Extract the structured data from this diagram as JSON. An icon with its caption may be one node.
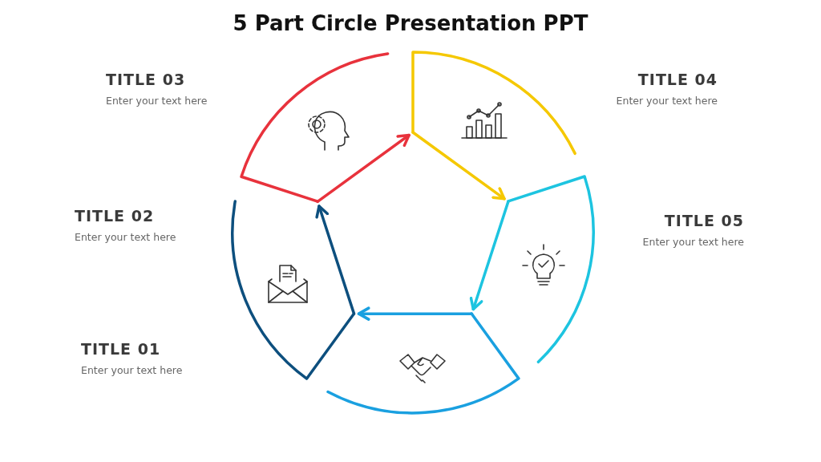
{
  "diagram": {
    "title": "5 Part Circle Presentation PPT",
    "nodes": [
      {
        "text": [],
        "shape": "segment"
      },
      {
        "text": [],
        "shape": "segment"
      },
      {
        "text": [],
        "shape": "segment"
      },
      {
        "text": [],
        "shape": "segment"
      },
      {
        "text": [],
        "shape": "segment"
      },
      {
        "text": [
          "TITLE 03",
          "Enter your text here"
        ]
      },
      {
        "text": [
          "TITLE 04",
          "Enter your text here"
        ]
      },
      {
        "text": [
          "TITLE 02",
          "Enter your text here"
        ]
      },
      {
        "text": [
          "TITLE 05",
          "Enter your text here"
        ]
      },
      {
        "text": [
          "TITLE 01",
          "Enter your text here"
        ]
      }
    ],
    "edges": [
      {
        "from": 0,
        "to": 1,
        "arrow": "to",
        "color": "#0d4f7e"
      },
      {
        "from": 1,
        "to": 2,
        "arrow": "to",
        "color": "#e8323c"
      },
      {
        "from": 2,
        "to": 3,
        "arrow": "to",
        "color": "#f5c800"
      },
      {
        "from": 3,
        "to": 4,
        "arrow": "to",
        "color": "#1dc4e0"
      },
      {
        "from": 4,
        "to": 0,
        "arrow": "to",
        "color": "#1aa0e0"
      }
    ]
  }
}
